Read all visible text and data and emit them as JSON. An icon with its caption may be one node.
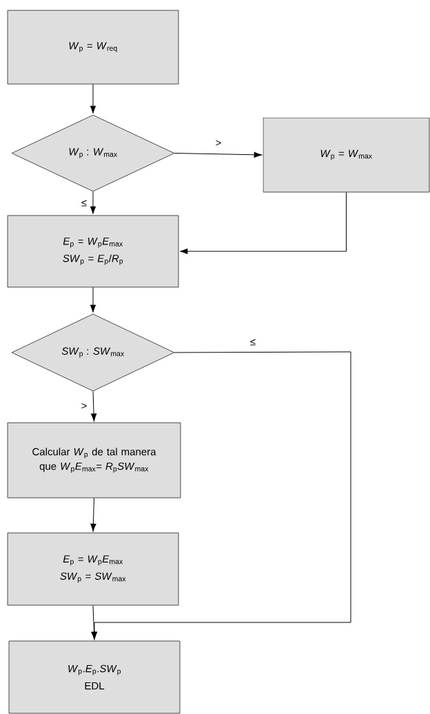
{
  "diagram": {
    "nodes": [
      {
        "text": [
          "*W*$_{p}$ = *W*$_{req}$"
        ]
      },
      {
        "text": [
          "*W*$_{p}$ : *W*$_{max}$"
        ]
      },
      {
        "text": [
          "*W*$_{p}$ = *W*$_{max}$"
        ]
      },
      {
        "text": [
          "*E*$_{p}$ = *W*$_{p}$*E*$_{max}$",
          "*SW*$_{p}$ = *E*$_{p}$/*R*$_{p}$"
        ]
      },
      {
        "text": [
          "*SW*$_{p}$ : *SW*$_{max}$"
        ]
      },
      {
        "text": [
          "Calcular *W*$_{p}$ de tal manera que *W*$_{p}$*E*$_{max}$= *R*$_{p}$*SW*$_{max}$"
        ]
      },
      {
        "text": [
          "*E*$_{p}$ = *W*$_{p}$*E*$_{max}$",
          "*SW*$_{p}$ = *SW*$_{max}$"
        ]
      },
      {
        "text": [
          "*W*$_{p}$.*E*$_{p}$.*SW*$_{p}$",
          "EDL"
        ]
      }
    ],
    "edges": [
      {
        "from": 0,
        "to": 1,
        "arrow": "to"
      },
      {
        "from": 1,
        "to": 2,
        "arrow": "to",
        "label": ">"
      },
      {
        "from": 1,
        "to": 3,
        "arrow": "to",
        "label": "≤"
      },
      {
        "from": 2,
        "to": 3,
        "arrow": "to"
      },
      {
        "from": 3,
        "to": 4,
        "arrow": "to"
      },
      {
        "from": 4,
        "to": 7,
        "arrow": "to",
        "label": "≤"
      },
      {
        "from": 4,
        "to": 5,
        "arrow": "to",
        "label": ">"
      },
      {
        "from": 5,
        "to": 6,
        "arrow": "to"
      },
      {
        "from": 6,
        "to": 7,
        "arrow": "to"
      }
    ]
  }
}
